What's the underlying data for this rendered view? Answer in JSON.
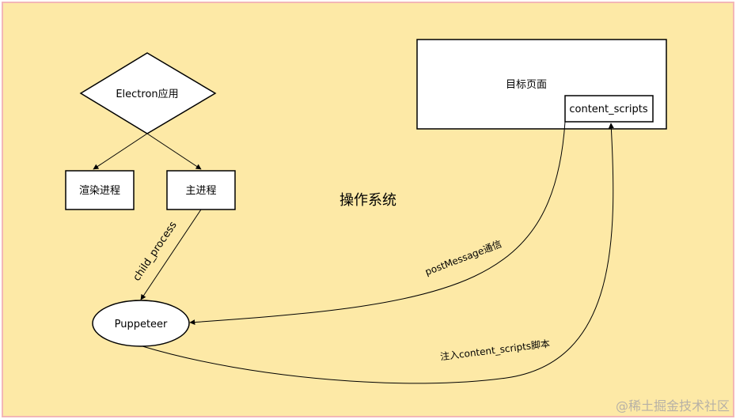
{
  "canvas": {
    "background": "#fde9a6",
    "frame_color": "#f3b7b7"
  },
  "nodes": {
    "electron": {
      "label": "Electron应用",
      "color": "#e03c3c"
    },
    "render": {
      "label": "渲染进程"
    },
    "main": {
      "label": "主进程"
    },
    "puppeteer": {
      "label": "Puppeteer"
    },
    "target": {
      "label": "目标页面"
    },
    "content_scripts": {
      "label": "content_scripts"
    }
  },
  "title": "操作系统",
  "edges": {
    "child_process": "child_process",
    "post_message": "postMessage通信",
    "inject": "注入content_scripts脚本"
  },
  "watermark": "@稀土掘金技术社区"
}
